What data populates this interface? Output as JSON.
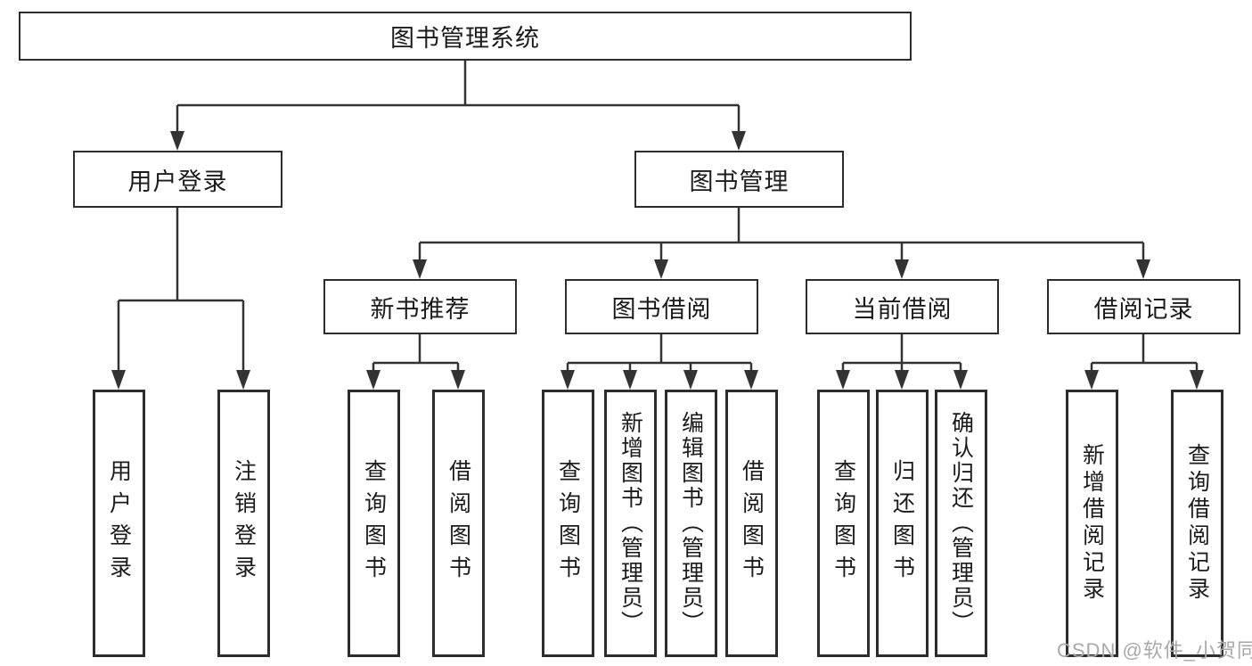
{
  "diagram": {
    "title": "图书管理系统",
    "level2": [
      "用户登录",
      "图书管理"
    ],
    "level3": [
      "新书推荐",
      "图书借阅",
      "当前借阅",
      "借阅记录"
    ],
    "leaves": [
      "用户登录",
      "注销登录",
      "查询图书",
      "借阅图书",
      "查询图书",
      "新增图书（管理员）",
      "编辑图书（管理员）",
      "借阅图书",
      "查询图书",
      "归还图书",
      "确认归还（管理员）",
      "新增借阅记录",
      "查询借阅记录"
    ],
    "watermark": "CSDN @软件_小贺同学",
    "colors": {
      "line": "#333333",
      "box_border": "#2d2d2d",
      "text": "#1b1b1b",
      "watermark": "#a9a9a9",
      "background": "#ffffff"
    }
  }
}
